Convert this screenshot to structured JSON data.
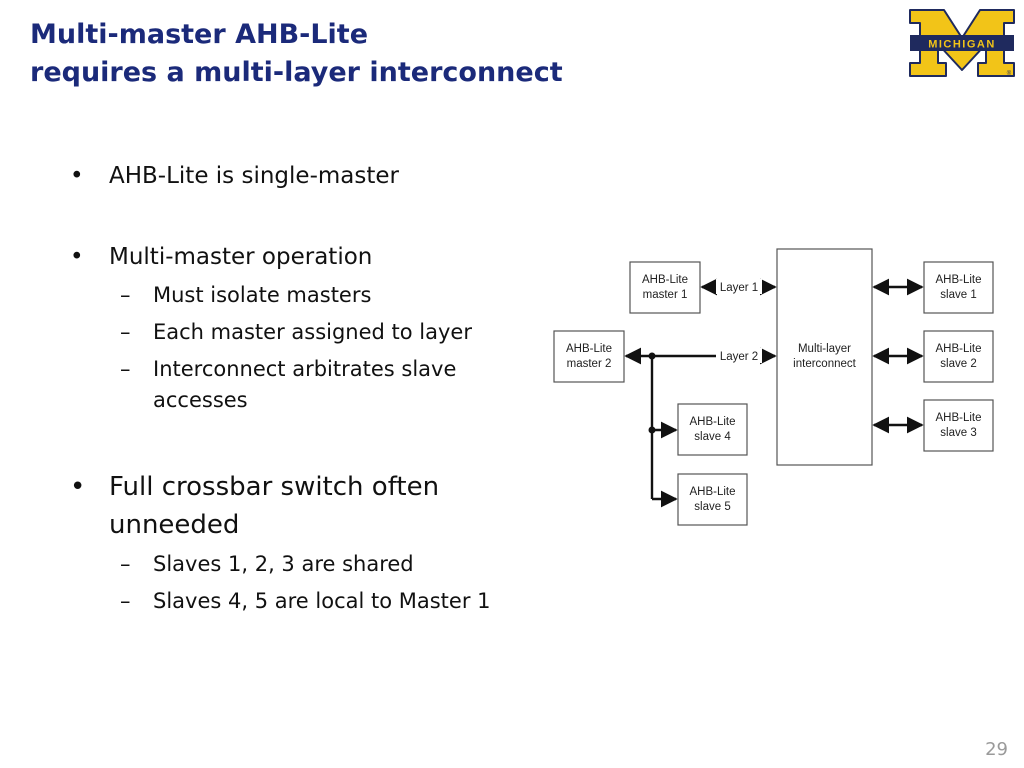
{
  "slide": {
    "title_line1": "Multi-master AHB-Lite",
    "title_line2": "requires a multi-layer interconnect",
    "page_number": "29"
  },
  "logo": {
    "text": "MICHIGAN",
    "registered": "®",
    "colors": {
      "maize": "#f2c418",
      "blue": "#1f2a5e"
    }
  },
  "bullets": [
    {
      "text": "AHB-Lite is single-master",
      "subs": []
    },
    {
      "text": "Multi-master operation",
      "subs": [
        "Must isolate masters",
        "Each master assigned to layer",
        "Interconnect arbitrates slave accesses"
      ]
    },
    {
      "text": "Full crossbar switch often unneeded",
      "subs": [
        "Slaves 1, 2, 3 are shared",
        "Slaves 4, 5 are local to Master 1"
      ]
    }
  ],
  "symbols": {
    "bullet": "•",
    "dash": "–"
  },
  "diagram": {
    "master1": [
      "AHB-Lite",
      "master 1"
    ],
    "master2": [
      "AHB-Lite",
      "master 2"
    ],
    "slave1": [
      "AHB-Lite",
      "slave 1"
    ],
    "slave2": [
      "AHB-Lite",
      "slave 2"
    ],
    "slave3": [
      "AHB-Lite",
      "slave 3"
    ],
    "slave4": [
      "AHB-Lite",
      "slave 4"
    ],
    "slave5": [
      "AHB-Lite",
      "slave 5"
    ],
    "interconnect": [
      "Multi-layer",
      "interconnect"
    ],
    "layer1_label": "Layer 1",
    "layer2_label": "Layer 2"
  },
  "colors": {
    "title": "#1b2a7a",
    "text": "#111111",
    "page_number": "#9a9a9a"
  }
}
